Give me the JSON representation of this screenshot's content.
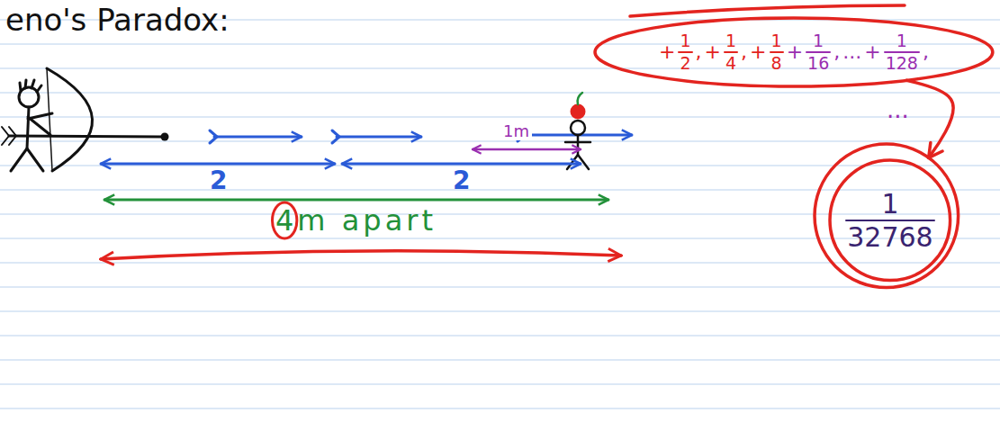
{
  "diagram": {
    "title": "eno's Paradox:",
    "nodes": [
      {
        "text": [
          "+",
          "1",
          "2",
          ",",
          "+",
          "1",
          "4",
          ",",
          "+",
          "1",
          "8",
          "+",
          "1",
          "16",
          ",",
          "...",
          "+",
          "1",
          "128",
          ","
        ]
      },
      {
        "text": [
          "1",
          "32768"
        ]
      }
    ],
    "edges": [
      {
        "from": 0,
        "to": 1,
        "arrow": "to"
      }
    ],
    "labels": [
      "...",
      "2",
      "2",
      "1m",
      "4m apart"
    ]
  }
}
